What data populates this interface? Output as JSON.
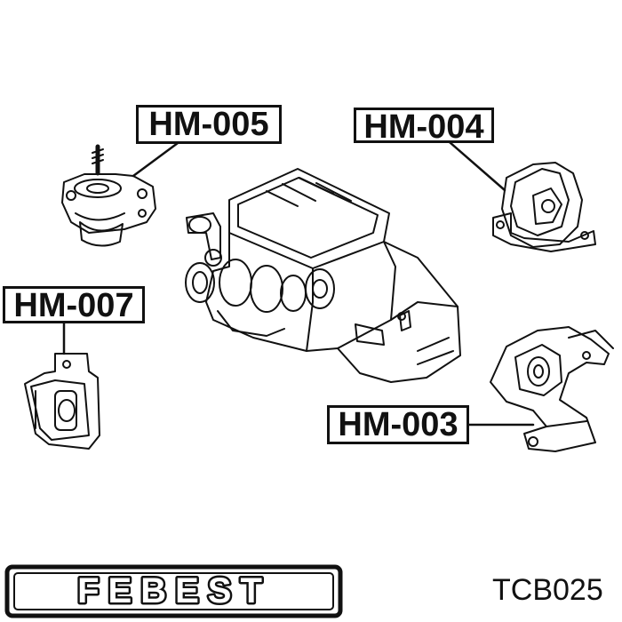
{
  "labels": {
    "hm005": "HM-005",
    "hm004": "HM-004",
    "hm007": "HM-007",
    "hm003": "HM-003"
  },
  "logo": {
    "text": "FEBEST"
  },
  "part_number": "TCB025"
}
